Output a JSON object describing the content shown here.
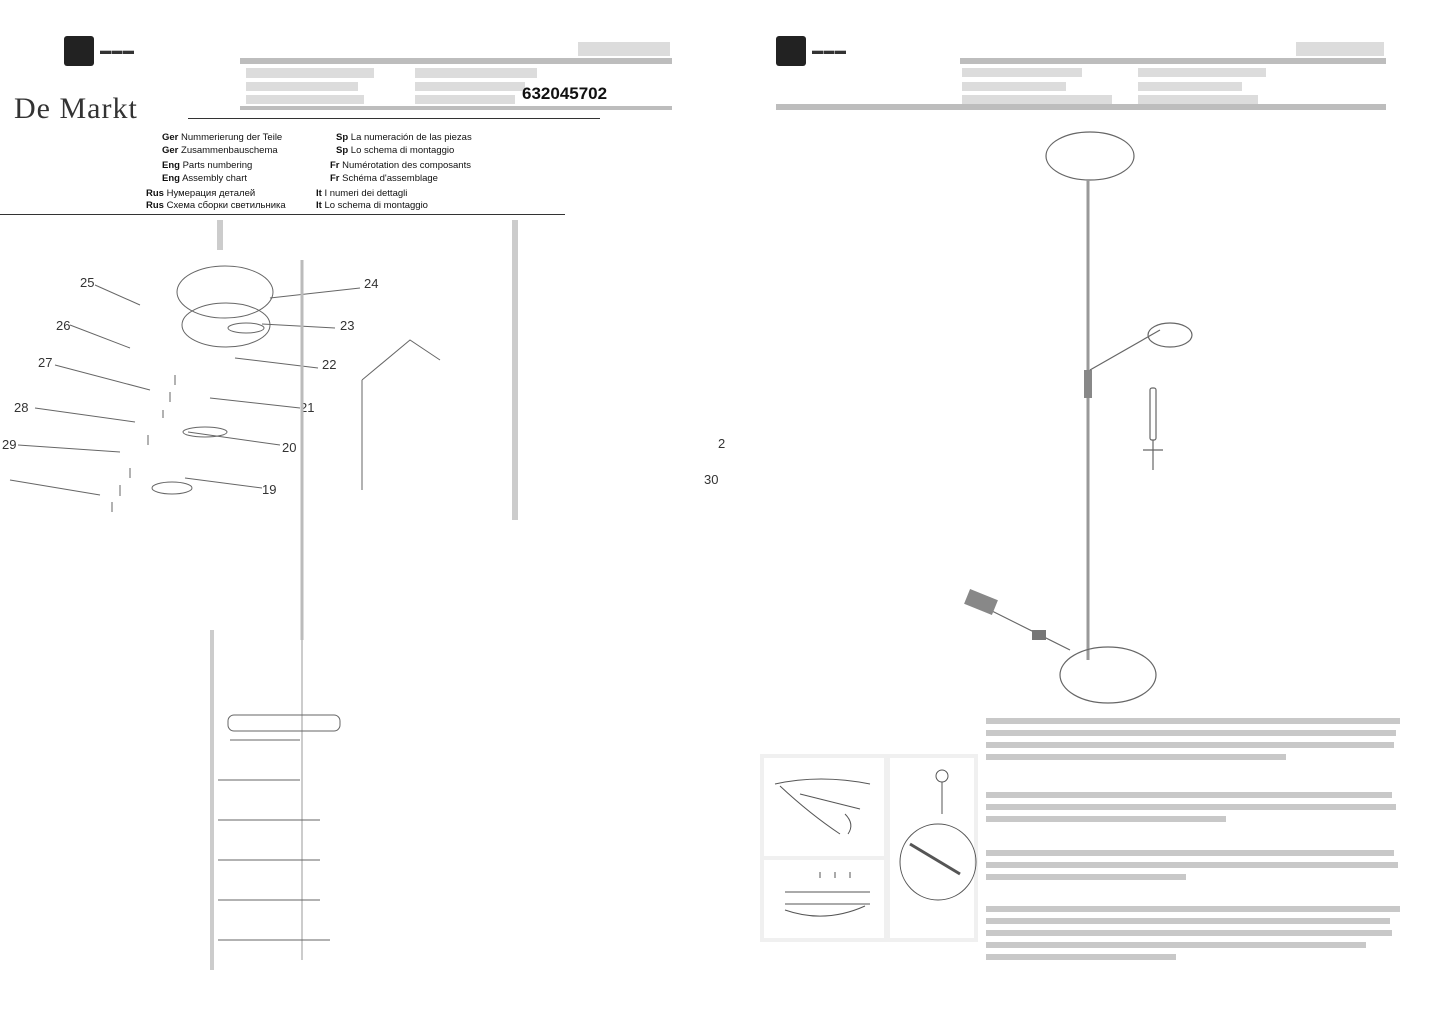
{
  "left_page": {
    "brand_text": "De Markt",
    "article_number": "632045702",
    "title_lines": [
      {
        "lang": "Ger",
        "text": "Nummerierung der Teile"
      },
      {
        "lang": "Ger",
        "text": "Zusammenbauschema"
      },
      {
        "lang": "Eng",
        "text": "Parts numbering"
      },
      {
        "lang": "Eng",
        "text": "Assembly chart"
      },
      {
        "lang": "Rus",
        "text": "Нумерация деталей"
      },
      {
        "lang": "Rus",
        "text": "Схема сборки светильника"
      }
    ],
    "title_lines_right": [
      {
        "lang": "Sp",
        "text": "La numeración de las piezas"
      },
      {
        "lang": "Sp",
        "text": "Lo schema di montaggio"
      },
      {
        "lang": "Fr",
        "text": "Numérotation des composants"
      },
      {
        "lang": "Fr",
        "text": "Schéma d'assemblage"
      },
      {
        "lang": "It",
        "text": "I numeri dei dettagli"
      },
      {
        "lang": "It",
        "text": "Lo schema di montaggio"
      }
    ],
    "part_numbers_left": [
      "25",
      "26",
      "27",
      "28",
      "29"
    ],
    "part_numbers_right": [
      "24",
      "23",
      "22",
      "21",
      "20",
      "19"
    ]
  },
  "right_page": {
    "edge_numbers": [
      "2",
      "30"
    ]
  },
  "colors": {
    "header_bar": "#bdbdbd",
    "logo": "#222222",
    "line_art": "#666666"
  }
}
